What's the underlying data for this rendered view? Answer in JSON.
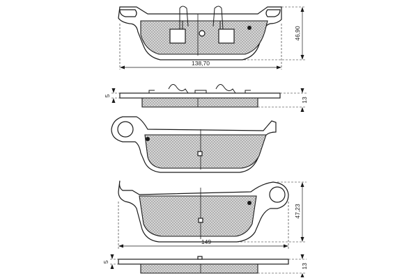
{
  "dimensions": {
    "width_pad_1": "138,70",
    "height_pad_1": "46,90",
    "backing_thickness_1": "5",
    "total_thickness_1": "13",
    "width_pad_2": "149",
    "height_pad_2": "47,23",
    "backing_thickness_2": "5",
    "total_thickness_2": "13"
  },
  "colors": {
    "line": "#1a1a1a",
    "friction_hatch": "#9a9a9a",
    "background": "#ffffff"
  }
}
